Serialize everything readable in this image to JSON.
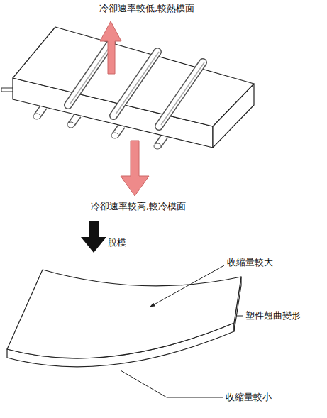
{
  "diagram": {
    "labels": [
      "冷卻速率較低,較熱模面",
      "冷卻速率較高,較冷模面",
      "脫模",
      "收縮量較大",
      "塑件翹曲變形",
      "收縮量較小"
    ]
  }
}
